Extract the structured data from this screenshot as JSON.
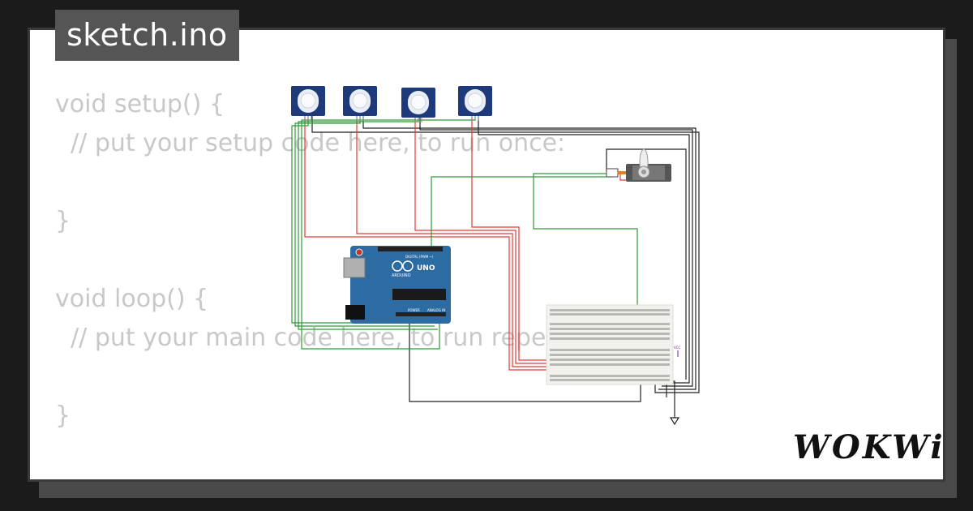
{
  "tab": {
    "filename": "sketch.ino"
  },
  "code": {
    "lines": [
      "void setup() {",
      "  // put your setup code here, to run once:",
      "",
      "}",
      "",
      "void loop() {",
      "  // put your main code here, to run repe",
      "",
      "}"
    ]
  },
  "board": {
    "model": "UNO",
    "brand": "ARDUINO",
    "header_digital": "DIGITAL (PWM ~)",
    "header_power": "POWER",
    "header_analog": "ANALOG IN"
  },
  "breadboard": {
    "vcc_label": "VCC"
  },
  "logo": {
    "text": "WOKWi"
  },
  "colors": {
    "wire_red": "#e53935",
    "wire_green": "#2e9a3a",
    "wire_black": "#222222",
    "board_blue": "#2d6ca3",
    "sensor_navy": "#1f3a7a"
  }
}
